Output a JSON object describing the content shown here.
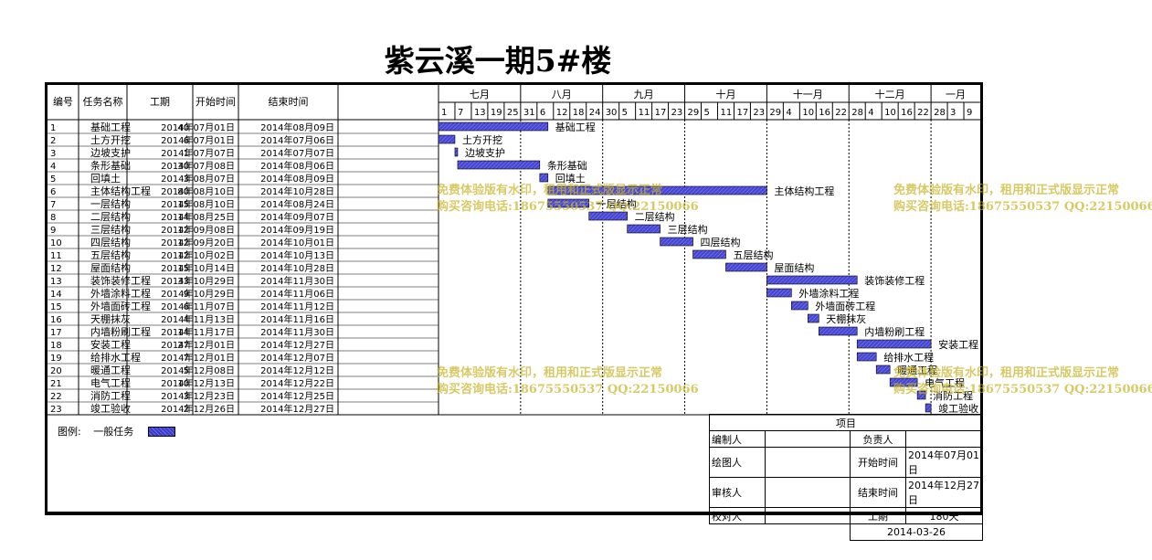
{
  "title": "紫云溪一期5#楼",
  "headers": {
    "num": "编号",
    "name": "任务名称",
    "dur": "工期",
    "start": "开始时间",
    "end": "结束时间"
  },
  "months": [
    {
      "label": "七月",
      "days": [
        "1",
        "7",
        "13",
        "19",
        "25"
      ]
    },
    {
      "label": "八月",
      "days": [
        "31",
        "6",
        "12",
        "18",
        "24"
      ]
    },
    {
      "label": "九月",
      "days": [
        "30",
        "5",
        "11",
        "17",
        "23"
      ]
    },
    {
      "label": "十月",
      "days": [
        "29",
        "5",
        "11",
        "17",
        "23"
      ]
    },
    {
      "label": "十一月",
      "days": [
        "29",
        "4",
        "10",
        "16",
        "22"
      ]
    },
    {
      "label": "十二月",
      "days": [
        "28",
        "4",
        "10",
        "16",
        "22"
      ]
    },
    {
      "label": "一月",
      "days": [
        "28",
        "3",
        "9"
      ]
    }
  ],
  "chart_data": {
    "type": "gantt",
    "timeline_start": "2014-07-01",
    "timeline_end": "2015-01-14",
    "tasks": [
      {
        "id": "1",
        "name": "基础工程",
        "duration": "40",
        "start": "2014年07月01日",
        "end": "2014年08月09日",
        "s": "2014-07-01",
        "e": "2014-08-09"
      },
      {
        "id": "2",
        "name": "土方开挖",
        "duration": "6",
        "start": "2014年07月01日",
        "end": "2014年07月06日",
        "s": "2014-07-01",
        "e": "2014-07-06"
      },
      {
        "id": "3",
        "name": "边坡支护",
        "duration": "1",
        "start": "2014年07月07日",
        "end": "2014年07月07日",
        "s": "2014-07-07",
        "e": "2014-07-07"
      },
      {
        "id": "4",
        "name": "条形基础",
        "duration": "30",
        "start": "2014年07月08日",
        "end": "2014年08月06日",
        "s": "2014-07-08",
        "e": "2014-08-06"
      },
      {
        "id": "5",
        "name": "回填土",
        "duration": "3",
        "start": "2014年08月07日",
        "end": "2014年08月09日",
        "s": "2014-08-07",
        "e": "2014-08-09"
      },
      {
        "id": "6",
        "name": "主体结构工程",
        "duration": "80",
        "start": "2014年08月10日",
        "end": "2014年10月28日",
        "s": "2014-08-10",
        "e": "2014-10-28"
      },
      {
        "id": "7",
        "name": "一层结构",
        "duration": "15",
        "start": "2014年08月10日",
        "end": "2014年08月24日",
        "s": "2014-08-10",
        "e": "2014-08-24"
      },
      {
        "id": "8",
        "name": "二层结构",
        "duration": "14",
        "start": "2014年08月25日",
        "end": "2014年09月07日",
        "s": "2014-08-25",
        "e": "2014-09-07"
      },
      {
        "id": "9",
        "name": "三层结构",
        "duration": "12",
        "start": "2014年09月08日",
        "end": "2014年09月19日",
        "s": "2014-09-08",
        "e": "2014-09-19"
      },
      {
        "id": "10",
        "name": "四层结构",
        "duration": "12",
        "start": "2014年09月20日",
        "end": "2014年10月01日",
        "s": "2014-09-20",
        "e": "2014-10-01"
      },
      {
        "id": "11",
        "name": "五层结构",
        "duration": "12",
        "start": "2014年10月02日",
        "end": "2014年10月13日",
        "s": "2014-10-02",
        "e": "2014-10-13"
      },
      {
        "id": "12",
        "name": "屋面结构",
        "duration": "15",
        "start": "2014年10月14日",
        "end": "2014年10月28日",
        "s": "2014-10-14",
        "e": "2014-10-28"
      },
      {
        "id": "13",
        "name": "装饰装修工程",
        "duration": "33",
        "start": "2014年10月29日",
        "end": "2014年11月30日",
        "s": "2014-10-29",
        "e": "2014-11-30"
      },
      {
        "id": "14",
        "name": "外墙涂料工程",
        "duration": "9",
        "start": "2014年10月29日",
        "end": "2014年11月06日",
        "s": "2014-10-29",
        "e": "2014-11-06"
      },
      {
        "id": "15",
        "name": "外墙面砖工程",
        "duration": "6",
        "start": "2014年11月07日",
        "end": "2014年11月12日",
        "s": "2014-11-07",
        "e": "2014-11-12"
      },
      {
        "id": "16",
        "name": "天棚抹灰",
        "duration": "4",
        "start": "2014年11月13日",
        "end": "2014年11月16日",
        "s": "2014-11-13",
        "e": "2014-11-16"
      },
      {
        "id": "17",
        "name": "内墙粉刷工程",
        "duration": "14",
        "start": "2014年11月17日",
        "end": "2014年11月30日",
        "s": "2014-11-17",
        "e": "2014-11-30"
      },
      {
        "id": "18",
        "name": "安装工程",
        "duration": "27",
        "start": "2014年12月01日",
        "end": "2014年12月27日",
        "s": "2014-12-01",
        "e": "2014-12-27"
      },
      {
        "id": "19",
        "name": "给排水工程",
        "duration": "7",
        "start": "2014年12月01日",
        "end": "2014年12月07日",
        "s": "2014-12-01",
        "e": "2014-12-07"
      },
      {
        "id": "20",
        "name": "暖通工程",
        "duration": "5",
        "start": "2014年12月08日",
        "end": "2014年12月12日",
        "s": "2014-12-08",
        "e": "2014-12-12"
      },
      {
        "id": "21",
        "name": "电气工程",
        "duration": "10",
        "start": "2014年12月13日",
        "end": "2014年12月22日",
        "s": "2014-12-13",
        "e": "2014-12-22"
      },
      {
        "id": "22",
        "name": "消防工程",
        "duration": "3",
        "start": "2014年12月23日",
        "end": "2014年12月25日",
        "s": "2014-12-23",
        "e": "2014-12-25"
      },
      {
        "id": "23",
        "name": "竣工验收",
        "duration": "2",
        "start": "2014年12月26日",
        "end": "2014年12月27日",
        "s": "2014-12-26",
        "e": "2014-12-27"
      }
    ]
  },
  "watermark": {
    "line1": "免费体验版有水印，租用和正式版显示正常",
    "line2": "购买咨询电话:18675550537 QQ:22150066"
  },
  "legend": {
    "label": "图例:",
    "item": "一般任务"
  },
  "info": {
    "header": "项目",
    "editor_label": "编制人",
    "editor": "",
    "owner_label": "负责人",
    "owner": "",
    "drawer_label": "绘图人",
    "drawer": "",
    "start_label": "开始时间",
    "start": "2014年07月01日",
    "reviewer_label": "审核人",
    "reviewer": "",
    "end_label": "结束时间",
    "end": "2014年12月27日",
    "checker_label": "校对人",
    "checker": "",
    "dur_label": "工期",
    "dur": "180天",
    "date": "2014-03-26"
  },
  "colors": {
    "bar_fill": "#4646d2",
    "bar_stroke": "#000000",
    "watermark": "#c8b428"
  }
}
